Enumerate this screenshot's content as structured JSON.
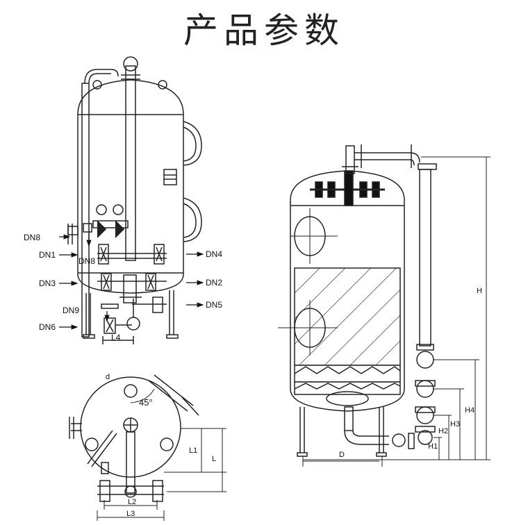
{
  "title": "产品参数",
  "front_view": {
    "labels": {
      "dn8_left": "DN8",
      "dn1": "DN1",
      "dn8_inner": "DN8",
      "dn3": "DN3",
      "dn9": "DN9",
      "dn6": "DN6",
      "dn4": "DN4",
      "dn2": "DN2",
      "dn5": "DN5",
      "l4": "L4"
    }
  },
  "top_view": {
    "labels": {
      "d": "d",
      "angle": "45°",
      "l1": "L1",
      "l": "L",
      "l2": "L2",
      "l3": "L3"
    }
  },
  "section_view": {
    "labels": {
      "h": "H",
      "h4": "H4",
      "h3": "H3",
      "h2": "H2",
      "h1": "H1",
      "d": "D"
    }
  }
}
